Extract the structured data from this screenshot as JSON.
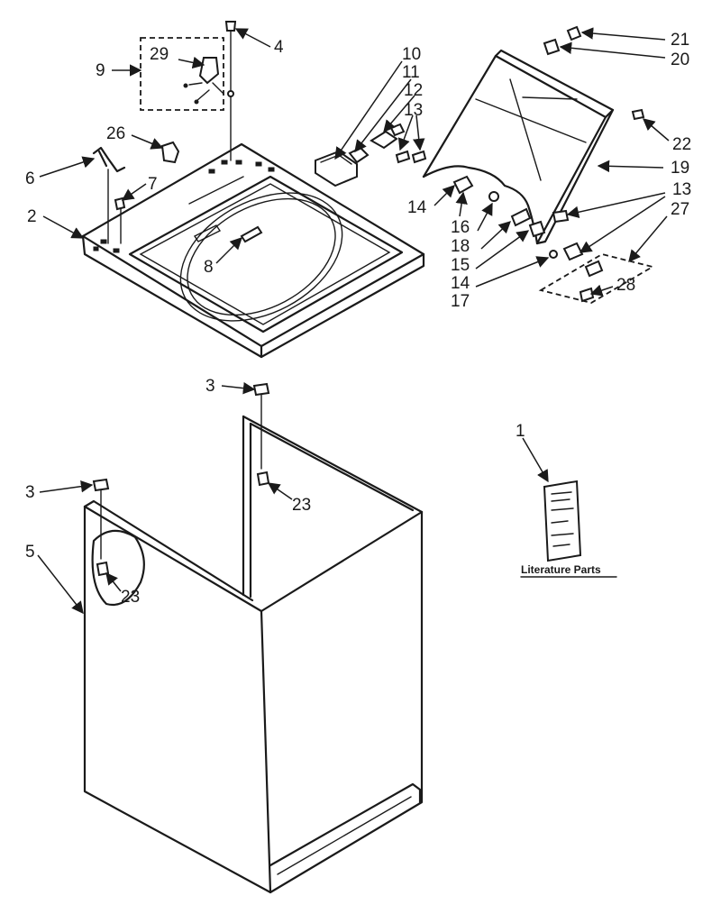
{
  "callouts": [
    {
      "id": "c1",
      "label": "1"
    },
    {
      "id": "c2",
      "label": "2"
    },
    {
      "id": "c3a",
      "label": "3"
    },
    {
      "id": "c3b",
      "label": "3"
    },
    {
      "id": "c4",
      "label": "4"
    },
    {
      "id": "c5",
      "label": "5"
    },
    {
      "id": "c6",
      "label": "6"
    },
    {
      "id": "c7",
      "label": "7"
    },
    {
      "id": "c8",
      "label": "8"
    },
    {
      "id": "c9",
      "label": "9"
    },
    {
      "id": "c10",
      "label": "10"
    },
    {
      "id": "c11",
      "label": "11"
    },
    {
      "id": "c12",
      "label": "12"
    },
    {
      "id": "c13a",
      "label": "13"
    },
    {
      "id": "c13b",
      "label": "13"
    },
    {
      "id": "c14a",
      "label": "14"
    },
    {
      "id": "c14b",
      "label": "14"
    },
    {
      "id": "c15",
      "label": "15"
    },
    {
      "id": "c16",
      "label": "16"
    },
    {
      "id": "c17",
      "label": "17"
    },
    {
      "id": "c18",
      "label": "18"
    },
    {
      "id": "c19",
      "label": "19"
    },
    {
      "id": "c20",
      "label": "20"
    },
    {
      "id": "c21",
      "label": "21"
    },
    {
      "id": "c22",
      "label": "22"
    },
    {
      "id": "c23a",
      "label": "23"
    },
    {
      "id": "c23b",
      "label": "23"
    },
    {
      "id": "c26",
      "label": "26"
    },
    {
      "id": "c27",
      "label": "27"
    },
    {
      "id": "c28",
      "label": "28"
    },
    {
      "id": "c29",
      "label": "29"
    }
  ],
  "literature_label": "Literature Parts"
}
